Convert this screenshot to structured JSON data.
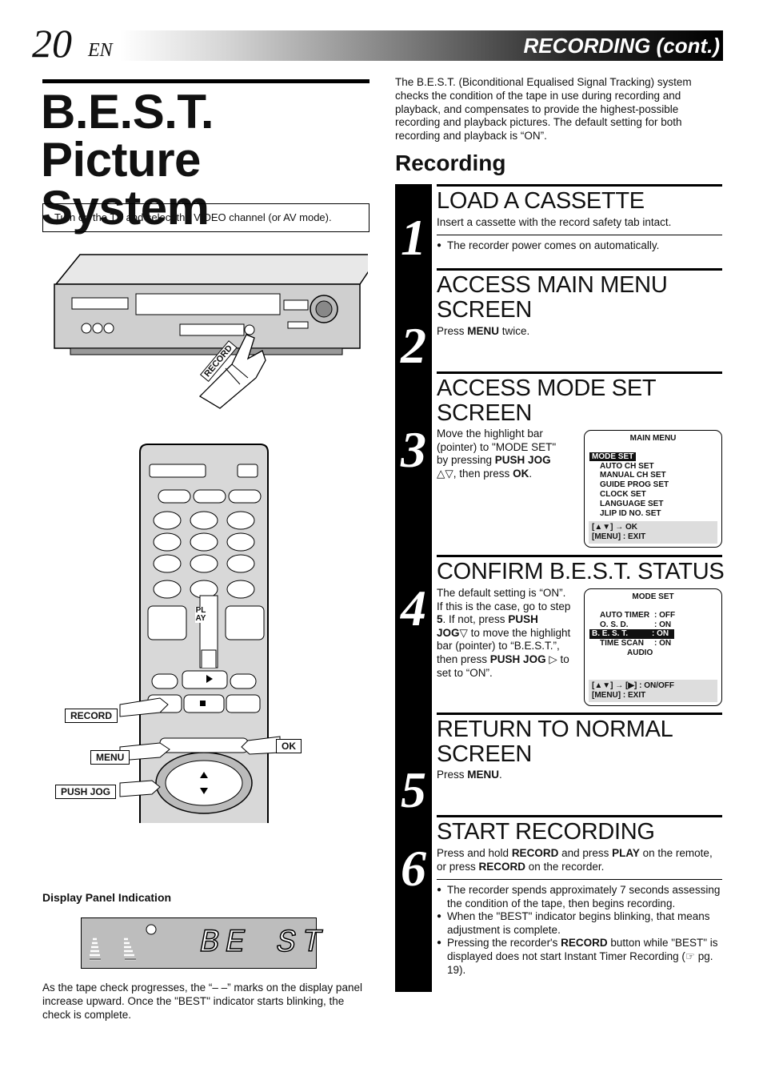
{
  "header": {
    "page_number": "20",
    "lang": "EN",
    "section": "RECORDING (cont.)"
  },
  "title": "B.E.S.T. Picture System",
  "note": "Turn on the TV and select the VIDEO channel (or AV mode).",
  "intro": "The B.E.S.T. (Biconditional Equalised Signal Tracking) system checks the condition of the tape in use during recording and playback, and compensates to provide the highest-possible recording and playback pictures. The default setting for both recording and playback is “ON”.",
  "recording_heading": "Recording",
  "vcr_label": "RECORD",
  "remote": {
    "play_label": "PLAY",
    "record_label": "RECORD",
    "menu_label": "MENU",
    "push_jog_label": "PUSH JOG",
    "ok_label": "OK"
  },
  "display": {
    "heading": "Display Panel Indication",
    "text": "BE ST"
  },
  "display_caption": "As the tape check progresses, the “– –” marks on the display panel increase upward. Once the \"BEST\" indicator starts blinking, the check is complete.",
  "steps": [
    {
      "num": "1",
      "heading": "LOAD A CASSETTE",
      "text": "Insert a cassette with the record safety tab intact.",
      "bullet": "The recorder power comes on automatically."
    },
    {
      "num": "2",
      "heading": "ACCESS MAIN MENU SCREEN",
      "text_pre": "Press ",
      "text_key": "MENU",
      "text_post": " twice."
    },
    {
      "num": "3",
      "heading": "ACCESS MODE SET SCREEN",
      "t1": "Move the highlight bar (pointer) to \"MODE SET\" by pressing ",
      "k1": "PUSH JOG",
      "t2": " △▽, then press ",
      "k2": "OK",
      "t3": "."
    },
    {
      "num": "4",
      "heading": "CONFIRM B.E.S.T. STATUS",
      "t1": "The default setting is “ON”. If this is the case, go to step ",
      "k1": "5",
      "t2": ". If not, press ",
      "k2": "PUSH JOG",
      "t3": "▽ to move the highlight bar (pointer) to “B.E.S.T.”, then press ",
      "k3": "PUSH JOG",
      "t4": " ▷ to set to “ON”."
    },
    {
      "num": "5",
      "heading": "RETURN TO NORMAL SCREEN",
      "text_pre": "Press ",
      "text_key": "MENU",
      "text_post": "."
    },
    {
      "num": "6",
      "heading": "START RECORDING",
      "t1": "Press and hold ",
      "k1": "RECORD",
      "t2": " and press ",
      "k2": "PLAY",
      "t3": " on the remote, or press ",
      "k3": "RECORD",
      "t4": " on the recorder.",
      "b1": "The recorder spends approximately 7 seconds assessing the condition of the tape, then begins recording.",
      "b2": "When the \"BEST\" indicator begins blinking, that means adjustment is complete.",
      "b3_pre": "Pressing the recorder's ",
      "b3_key": "RECORD",
      "b3_post": " button while \"BEST\" is displayed does not start Instant Timer Recording (☞ pg. 19)."
    }
  ],
  "main_menu": {
    "title": "MAIN MENU",
    "items": [
      "MODE SET",
      "AUTO CH SET",
      "MANUAL CH SET",
      "GUIDE PROG SET",
      "CLOCK SET",
      "LANGUAGE SET",
      "JLIP ID NO. SET"
    ],
    "footer1": "[▲▼] →  OK",
    "footer2": "[MENU] : EXIT"
  },
  "mode_set": {
    "title": "MODE SET",
    "rows": [
      {
        "k": "AUTO TIMER",
        "v": ": OFF"
      },
      {
        "k": "O. S. D.",
        "v": ": ON"
      },
      {
        "k": "B. E. S. T.",
        "v": ": ON"
      },
      {
        "k": "TIME SCAN",
        "v": ": ON"
      }
    ],
    "extra": "AUDIO",
    "footer1": "[▲▼] → [▶] : ON/OFF",
    "footer2": "[MENU] : EXIT"
  }
}
